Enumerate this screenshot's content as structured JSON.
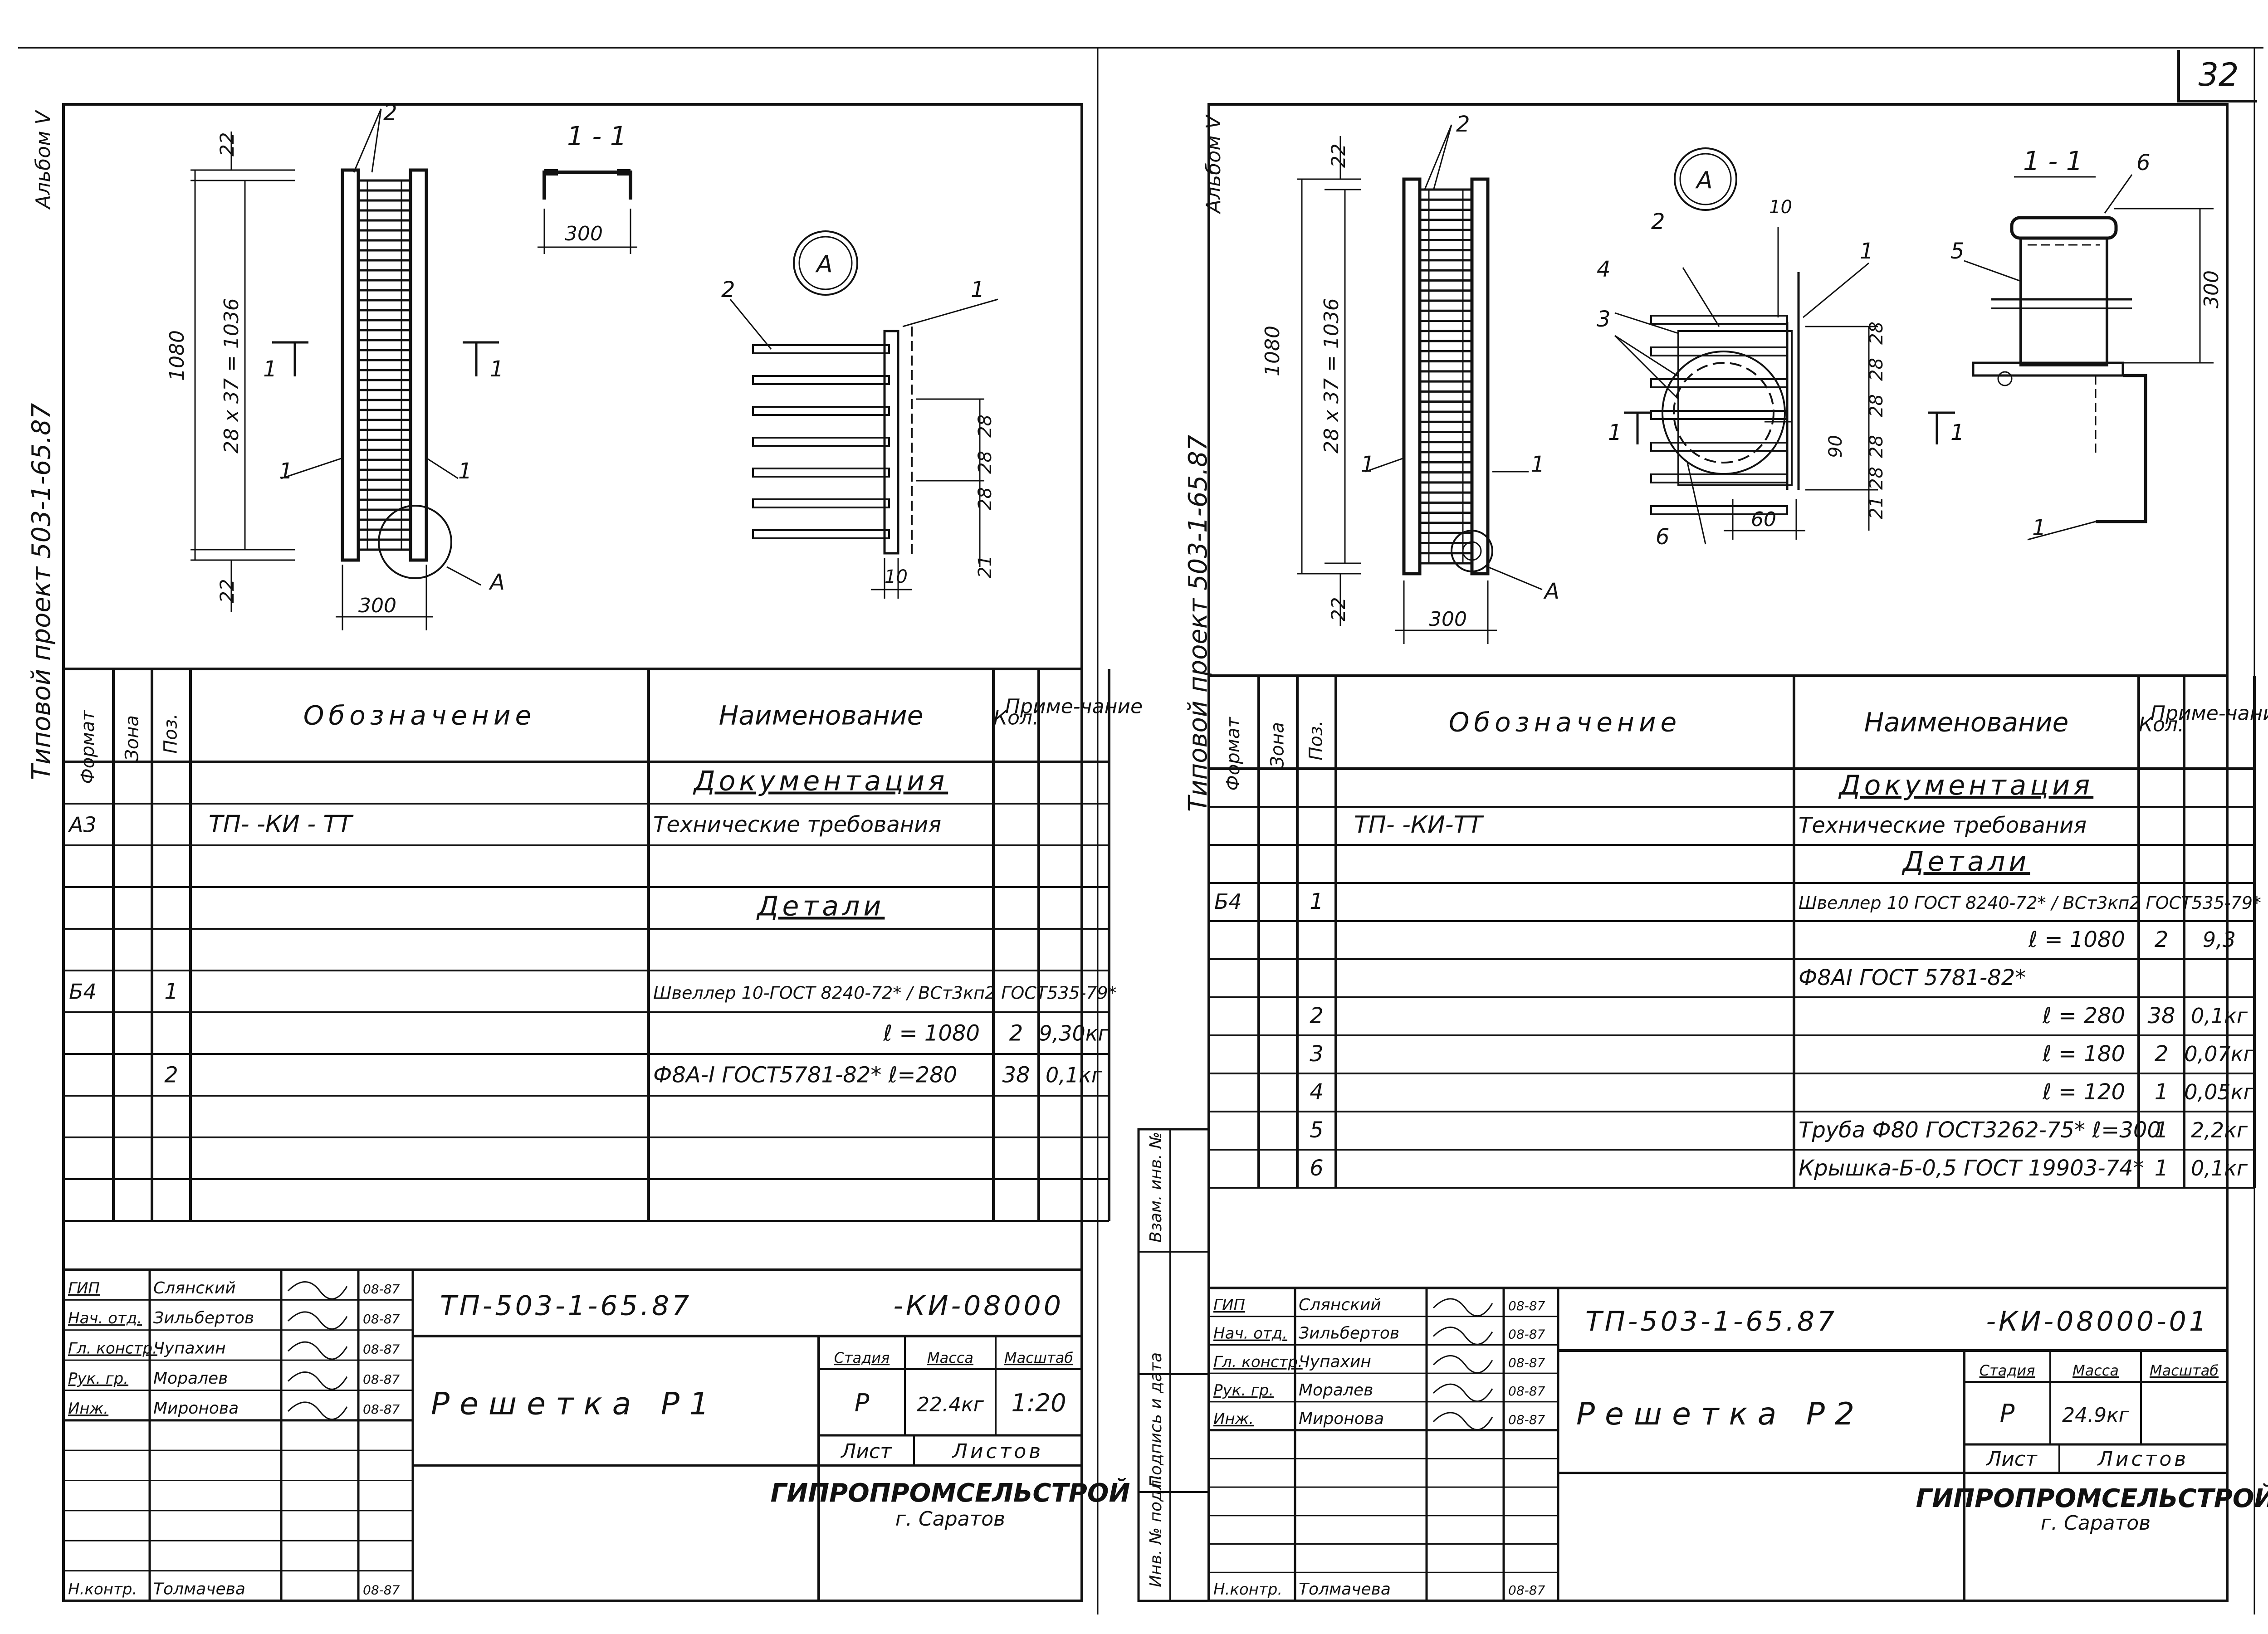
{
  "page_number": "32",
  "sheets": [
    {
      "side_label_top": "Альбом V",
      "side_label": "Типовой проект 503-1-65.87",
      "drawing": {
        "section_label": "1 - 1",
        "detail_label": "А",
        "dims": {
          "overall": "1080",
          "pitch": "28 x 37 = 1036",
          "end_top": "22",
          "end_bottom": "22",
          "width": "300",
          "section_width": "300",
          "det_10": "10",
          "det_21": "21",
          "det_28": "28"
        },
        "callouts": {
          "c1": "1",
          "c2": "2",
          "cut": "1",
          "detA": "А"
        }
      },
      "spec_headers": {
        "format": "Формат",
        "zone": "Зона",
        "pos": "Поз.",
        "designation": "Обозначение",
        "name": "Наименование",
        "qty": "Кол.",
        "note": "Приме-чание"
      },
      "spec_rows": [
        {
          "format": "",
          "pos": "",
          "designation": "",
          "name": "Документация",
          "qty": "",
          "note": "",
          "heading": true
        },
        {
          "format": "А3",
          "pos": "",
          "designation": "ТП-          -КИ - ТТ",
          "name": "Технические требования",
          "qty": "",
          "note": ""
        },
        {
          "format": "",
          "pos": "",
          "designation": "",
          "name": "",
          "qty": "",
          "note": ""
        },
        {
          "format": "",
          "pos": "",
          "designation": "",
          "name": "Детали",
          "qty": "",
          "note": "",
          "heading": true
        },
        {
          "format": "",
          "pos": "",
          "designation": "",
          "name": "",
          "qty": "",
          "note": ""
        },
        {
          "format": "Б4",
          "pos": "1",
          "designation": "",
          "name": "Швеллер 10-ГОСТ 8240-72* / ВСт3кп2 ГОСТ535-79*",
          "qty": "",
          "note": ""
        },
        {
          "format": "",
          "pos": "",
          "designation": "",
          "name": "ℓ = 1080",
          "qty": "2",
          "note": "9,30кг"
        },
        {
          "format": "",
          "pos": "2",
          "designation": "",
          "name": "Ф8А-I ГОСТ5781-82* ℓ=280",
          "qty": "38",
          "note": "0,1кг"
        },
        {
          "format": "",
          "pos": "",
          "designation": "",
          "name": "",
          "qty": "",
          "note": ""
        },
        {
          "format": "",
          "pos": "",
          "designation": "",
          "name": "",
          "qty": "",
          "note": ""
        },
        {
          "format": "",
          "pos": "",
          "designation": "",
          "name": "",
          "qty": "",
          "note": ""
        }
      ],
      "title_block": {
        "roles": [
          "ГИП",
          "Нач. отд.",
          "Гл. констр.",
          "Рук. гр.",
          "Инж."
        ],
        "names": [
          "Слянский",
          "Зильбертов",
          "Чупахин",
          "Моралев",
          "Миронова"
        ],
        "dates": [
          "08-87",
          "08-87",
          "08-87",
          "08-87",
          "08-87"
        ],
        "control_role": "Н.контр.",
        "control_name": "Толмачева",
        "control_date": "08-87",
        "doc_code_left": "ТП-503-1-65.87",
        "doc_code_right": "-КИ-08000",
        "title": "Решетка Р1",
        "stage_label": "Стадия",
        "mass_label": "Масса",
        "scale_label": "Масштаб",
        "stage": "Р",
        "mass": "22.4кг",
        "scale": "1:20",
        "sheet_label": "Лист",
        "sheets_label": "Листов",
        "org": "ГИПРОПРОМСЕЛЬСТРОЙ",
        "city": "г. Саратов"
      }
    },
    {
      "side_label_top": "Альбом V",
      "side_label": "Типовой проект 503-1-65.87",
      "side_stamps": [
        "Инв. № подл.",
        "Подпись и дата",
        "Взам. инв. №"
      ],
      "drawing": {
        "section_label": "1 - 1",
        "detail_label": "А",
        "dims": {
          "overall": "1080",
          "pitch": "28 x 37 = 1036",
          "end_top": "22",
          "end_bottom": "22",
          "width": "300",
          "section_h": "300",
          "det_10": "10",
          "det_21": "21",
          "det_28": "28",
          "det_90": "90",
          "det_60": "60"
        },
        "callouts": {
          "c1": "1",
          "c2": "2",
          "c3": "3",
          "c4": "4",
          "c5": "5",
          "c6": "6",
          "detA": "А",
          "cut": "1"
        }
      },
      "spec_headers": {
        "format": "Формат",
        "zone": "Зона",
        "pos": "Поз.",
        "designation": "Обозначение",
        "name": "Наименование",
        "qty": "Кол.",
        "note": "Приме-чание"
      },
      "spec_rows": [
        {
          "format": "",
          "pos": "",
          "designation": "",
          "name": "Документация",
          "qty": "",
          "note": "",
          "heading": true
        },
        {
          "format": "",
          "pos": "",
          "designation": "ТП-          -КИ-ТТ",
          "name": "Технические требования",
          "qty": "",
          "note": ""
        },
        {
          "format": "",
          "pos": "",
          "designation": "",
          "name": "Детали",
          "qty": "",
          "note": "",
          "heading": true
        },
        {
          "format": "Б4",
          "pos": "1",
          "designation": "",
          "name": "Швеллер 10 ГОСТ 8240-72* / ВСт3кп2 ГОСТ535-79*",
          "qty": "",
          "note": ""
        },
        {
          "format": "",
          "pos": "",
          "designation": "",
          "name": "ℓ = 1080",
          "qty": "2",
          "note": "9,3"
        },
        {
          "format": "",
          "pos": "",
          "designation": "",
          "name": "Ф8АI ГОСТ 5781-82*",
          "qty": "",
          "note": ""
        },
        {
          "format": "",
          "pos": "2",
          "designation": "",
          "name": "ℓ = 280",
          "qty": "38",
          "note": "0,1кг"
        },
        {
          "format": "",
          "pos": "3",
          "designation": "",
          "name": "ℓ = 180",
          "qty": "2",
          "note": "0,07кг"
        },
        {
          "format": "",
          "pos": "4",
          "designation": "",
          "name": "ℓ = 120",
          "qty": "1",
          "note": "0,05кг"
        },
        {
          "format": "",
          "pos": "5",
          "designation": "",
          "name": "Труба Ф80 ГОСТ3262-75* ℓ=300",
          "qty": "1",
          "note": "2,2кг"
        },
        {
          "format": "",
          "pos": "6",
          "designation": "",
          "name": "Крышка-Б-0,5 ГОСТ 19903-74*",
          "qty": "1",
          "note": "0,1кг"
        }
      ],
      "title_block": {
        "roles": [
          "ГИП",
          "Нач. отд.",
          "Гл. констр.",
          "Рук. гр.",
          "Инж."
        ],
        "names": [
          "Слянский",
          "Зильбертов",
          "Чупахин",
          "Моралев",
          "Миронова"
        ],
        "dates": [
          "08-87",
          "08-87",
          "08-87",
          "08-87",
          "08-87"
        ],
        "control_role": "Н.контр.",
        "control_name": "Толмачева",
        "control_date": "08-87",
        "doc_code_left": "ТП-503-1-65.87",
        "doc_code_right": "-КИ-08000-01",
        "title": "Решетка Р2",
        "stage_label": "Стадия",
        "mass_label": "Масса",
        "scale_label": "Масштаб",
        "stage": "Р",
        "mass": "24.9кг",
        "scale": "",
        "sheet_label": "Лист",
        "sheets_label": "Листов",
        "org": "ГИПРОПРОМСЕЛЬСТРОЙ",
        "city": "г. Саратов"
      }
    }
  ]
}
